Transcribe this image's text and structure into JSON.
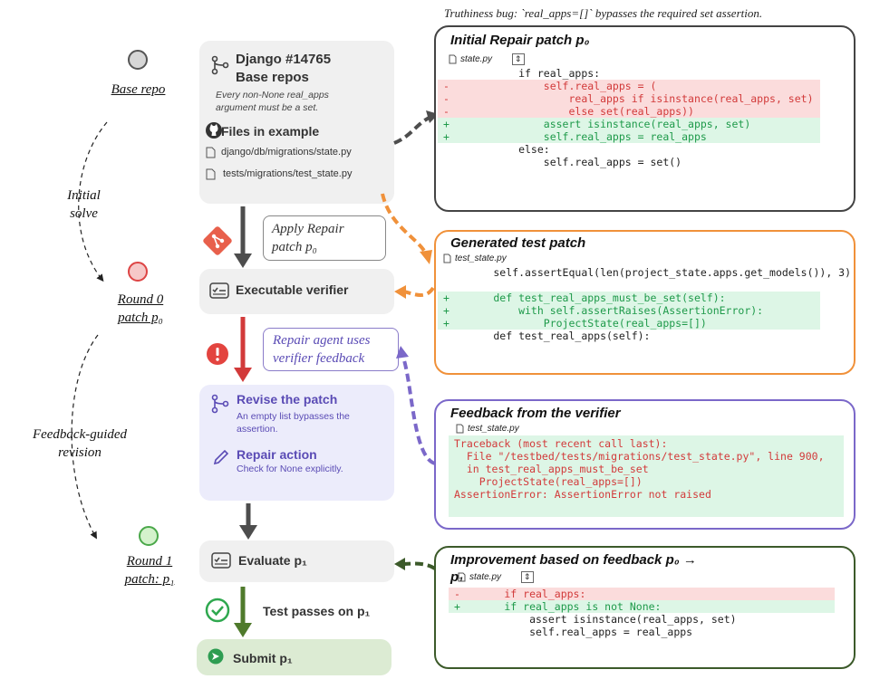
{
  "caption": "Truthiness bug: `real_apps=[]` bypasses the required set assertion.",
  "timeline": {
    "base_repo": "Base repo",
    "initial_solve": [
      "Initial",
      "solve"
    ],
    "round0": [
      "Round 0",
      "patch p₀"
    ],
    "feedback_guided": [
      "Feedback-guided",
      "revision"
    ],
    "round1": [
      "Round 1",
      "patch: p₁"
    ]
  },
  "base_card": {
    "title": [
      "Django #14765",
      "Base repos"
    ],
    "desc": [
      "Every non-None real_apps",
      "argument must be a set."
    ],
    "files_title": "Files in example",
    "files": [
      "django/db/migrations/state.py",
      "tests/migrations/test_state.py"
    ]
  },
  "apply_box": [
    "Apply Repair",
    "patch p₀"
  ],
  "verifier_card": {
    "label": "Executable verifier"
  },
  "agent_box": [
    "Repair agent uses",
    "verifier feedback"
  ],
  "revise_card": {
    "revise_title": "Revise the patch",
    "revise_desc": [
      "An empty list bypasses the",
      "assertion."
    ],
    "action_title": "Repair action",
    "action_desc": "Check for None explicitly."
  },
  "evaluate_card": {
    "label": "Evaluate p₁"
  },
  "test_passes": "Test passes on p₁",
  "submit_card": {
    "label": "Submit p₁"
  },
  "panels": {
    "initial": {
      "title": "Initial Repair patch p₀",
      "file": "state.py",
      "lines": [
        "            if real_apps:",
        "-               self.real_apps = (",
        "-                   real_apps if isinstance(real_apps, set)",
        "-                   else set(real_apps))",
        "+               assert isinstance(real_apps, set)",
        "+               self.real_apps = real_apps",
        "            else:",
        "                self.real_apps = set()"
      ]
    },
    "generated": {
      "title": "Generated test patch",
      "file": "test_state.py",
      "lines": [
        "        self.assertEqual(len(project_state.apps.get_models()), 3)",
        "",
        "+       def test_real_apps_must_be_set(self):",
        "+           with self.assertRaises(AssertionError):",
        "+               ProjectState(real_apps=[])",
        "        def test_real_apps(self):"
      ]
    },
    "feedback": {
      "title": "Feedback from the verifier",
      "file": "test_state.py",
      "lines": [
        "Traceback (most recent call last):",
        "  File \"/testbed/tests/migrations/test_state.py\", line 900,",
        "  in test_real_apps_must_be_set",
        "    ProjectState(real_apps=[])",
        "AssertionError: AssertionError not raised"
      ]
    },
    "improvement": {
      "title": "Improvement based on feedback p₀ →",
      "title2": "p₁",
      "file": "state.py",
      "lines": [
        "-       if real_apps:",
        "+       if real_apps is not None:",
        "            assert isinstance(real_apps, set)",
        "            self.real_apps = real_apps"
      ]
    }
  },
  "colors": {
    "gray_arrow": "#4d4d4d",
    "red_arrow": "#d23a3a",
    "green_arrow": "#4f7a2c",
    "orange": "#f0913a",
    "purple": "#7b68c9",
    "dark_green": "#3c5a2a"
  }
}
